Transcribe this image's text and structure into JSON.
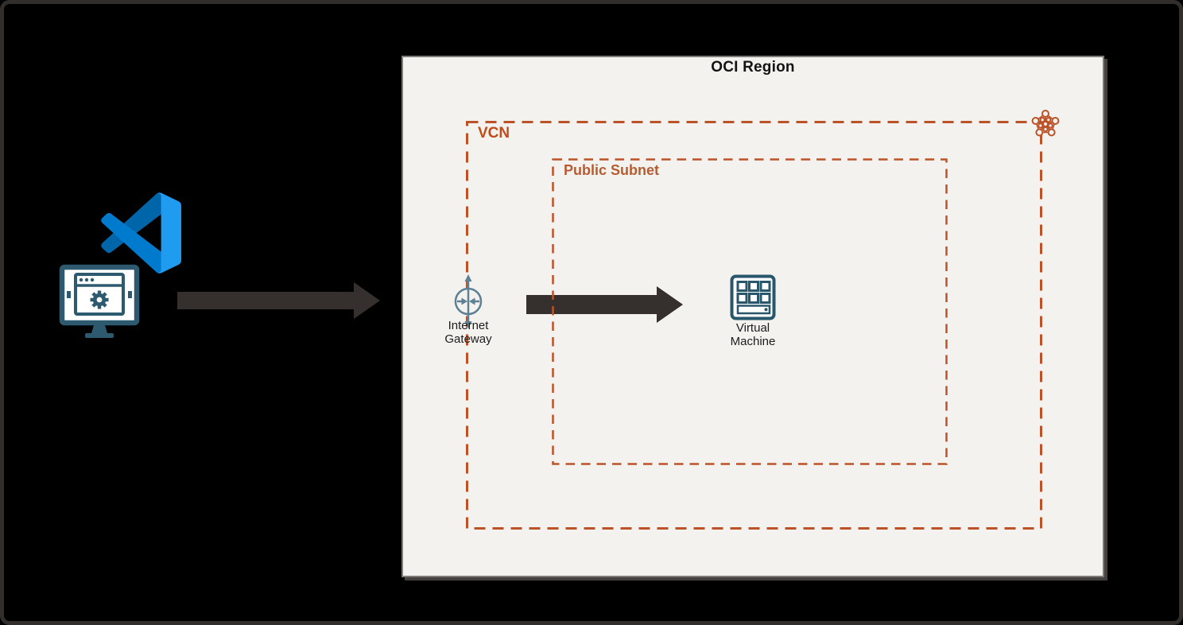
{
  "page": {
    "background_color": "#000000",
    "frame_border_color": "#322e2b"
  },
  "region": {
    "title": "OCI Region",
    "background_color": "#f4f2ee",
    "border_color": "#7d7b77"
  },
  "vcn": {
    "label": "VCN",
    "label_color": "#c04c1c",
    "dash_border_color": "#bc5227",
    "corner_icon": "vcn-network-icon"
  },
  "subnet": {
    "label": "Public Subnet",
    "label_color": "#b65c33",
    "dash_border_color": "#bc5227"
  },
  "internet_gateway": {
    "label_line1": "Internet",
    "label_line2": "Gateway",
    "icon": "internet-gateway-icon",
    "icon_color": "#5d8094"
  },
  "virtual_machine": {
    "label_line1": "Virtual",
    "label_line2": "Machine",
    "icon": "virtual-machine-icon",
    "icon_color": "#28566b"
  },
  "source_client": {
    "icons": [
      "vscode-icon",
      "monitor-settings-icon"
    ],
    "vscode_colors": {
      "dark_blue": "#0065a9",
      "blue": "#007acc",
      "light_blue": "#1f9cf0"
    },
    "monitor_color": "#2d5a6e"
  },
  "arrows": {
    "color": "#35302e",
    "count": 2
  }
}
